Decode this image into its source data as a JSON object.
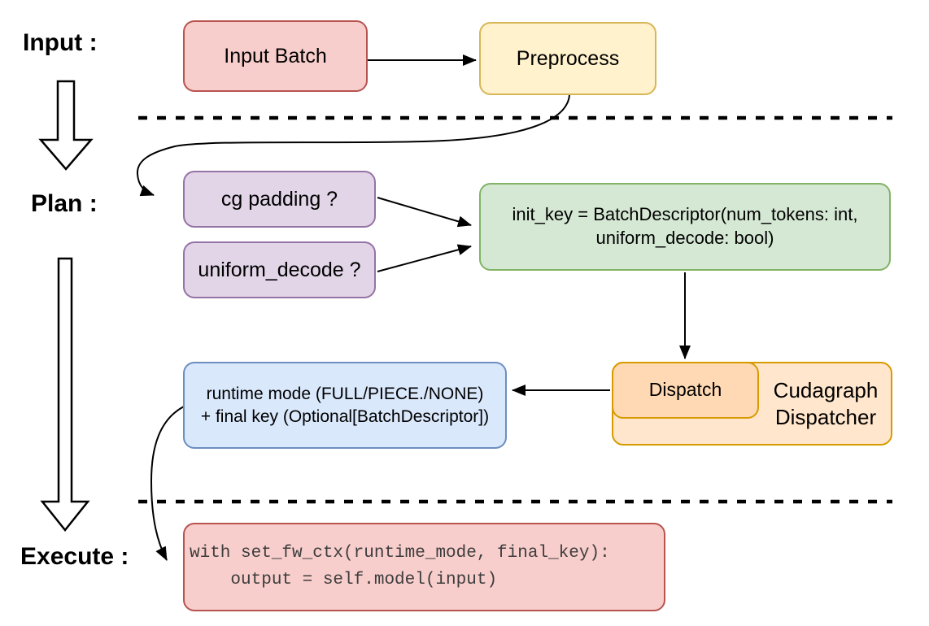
{
  "colors": {
    "red_fill": "#f8cecc",
    "red_stroke": "#b85450",
    "yellow_fill": "#fff2cc",
    "yellow_stroke": "#d6b656",
    "purple_fill": "#e1d5e7",
    "purple_stroke": "#9673a6",
    "green_fill": "#d5e8d4",
    "green_stroke": "#82b366",
    "blue_fill": "#dae8fc",
    "blue_stroke": "#6c8ebf",
    "orange_outer_fill": "#ffe6cc",
    "orange_inner_fill": "#ffd9b3",
    "orange_stroke": "#d79b00",
    "arrow_color": "#000000",
    "code_text": "#3d3d3d"
  },
  "sections": {
    "input_label": "Input :",
    "plan_label": "Plan :",
    "execute_label": "Execute :"
  },
  "nodes": {
    "input_batch": "Input Batch",
    "preprocess": "Preprocess",
    "cg_padding": "cg padding ?",
    "uniform_decode": "uniform_decode ?",
    "init_key_line1": "init_key = BatchDescriptor(num_tokens: int,",
    "init_key_line2": "uniform_decode: bool)",
    "runtime_line1": "runtime mode (FULL/PIECE./NONE)",
    "runtime_line2": "+ final key (Optional[BatchDescriptor])",
    "dispatch": "Dispatch",
    "dispatcher_line1": "Cudagraph",
    "dispatcher_line2": "Dispatcher",
    "code_line1": "with set_fw_ctx(runtime_mode, final_key):",
    "code_line2": "    output = self.model(input)"
  }
}
